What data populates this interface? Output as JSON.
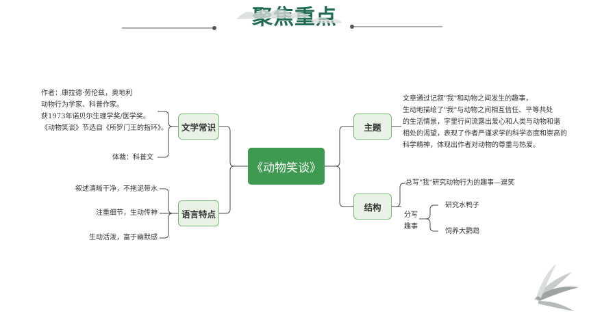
{
  "header": {
    "title": "聚焦重点"
  },
  "center": {
    "label": "《动物笑谈》"
  },
  "left": {
    "wenxue": {
      "label": "文学常识",
      "author_lines": [
        "作者：康拉德·劳伦兹，奥地利",
        "动物行为学家、科普作家。",
        "获1973年诺贝尔生理学奖/医学奖。",
        "《动物笑谈》节选自《所罗门王的指环》。"
      ],
      "genre": "体裁：科普文"
    },
    "yuyan": {
      "label": "语言特点",
      "items": [
        "叙述清晰干净，不拖泥带水",
        "注重细节，生动传神",
        "生动活泼，富于幽默感"
      ]
    }
  },
  "right": {
    "zhuti": {
      "label": "主题",
      "lines": [
        "文章通过记叙\"我\"和动物之间发生的趣事，",
        "生动地描绘了\"我\"与动物之间相互信任、平等共处",
        "的生活情景，字里行间流露出爱心和人类与动物和谐",
        "相处的渴望，表现了作者严谨求学的科学态度和崇高的",
        "科学精神，体现出作者对动物的尊重与热爱。"
      ]
    },
    "jiegou": {
      "label": "结构",
      "summary": "总写\"我\"研究动物行为的趣事—逗笑",
      "sub_label_1": "分写",
      "sub_label_2": "趣事",
      "sub_items": [
        "研究水鸭子",
        "饲养大鹦鹉"
      ]
    }
  }
}
